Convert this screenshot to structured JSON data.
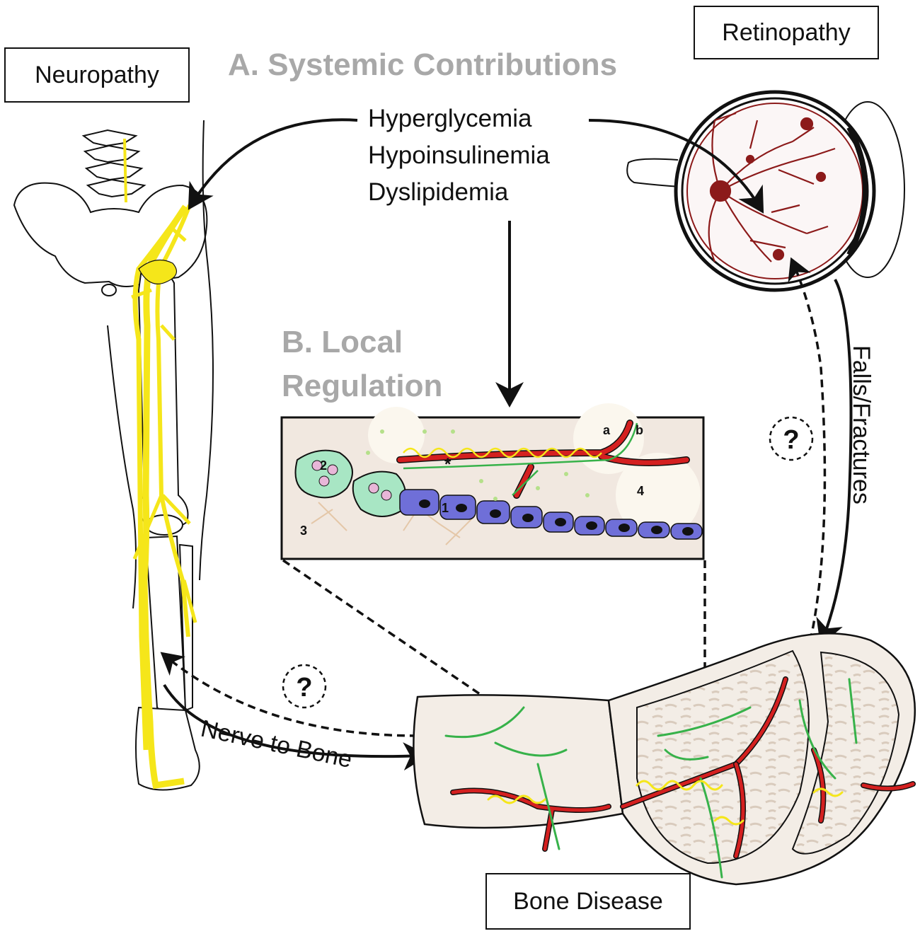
{
  "labels": {
    "neuropathy": "Neuropathy",
    "retinopathy": "Retinopathy",
    "bone_disease": "Bone Disease"
  },
  "headings": {
    "systemic": "A. Systemic Contributions",
    "local_line1": "B. Local",
    "local_line2": "Regulation"
  },
  "conditions": [
    "Hyperglycemia",
    "Hypoinsulinemia",
    "Dyslipidemia"
  ],
  "arrows": {
    "falls_fractures": "Falls/Fractures",
    "nerve_to_bone": "Nerve to Bone",
    "unknown_mark": "?"
  },
  "inset_markers": {
    "m1": "1",
    "m2": "2",
    "m3": "3",
    "m4": "4",
    "a": "a",
    "b": "b",
    "asterisk": "*"
  },
  "colors": {
    "nerve": "#f5e61a",
    "vessel": "#d42020",
    "sensory_fiber": "#37b24a",
    "osteoblast": "#6f6fd8",
    "osteoclast": "#a8e6c4",
    "bone_fill": "#f3ede6",
    "retina": "#8c1a1a",
    "heading_gray": "#a8a8a8"
  }
}
